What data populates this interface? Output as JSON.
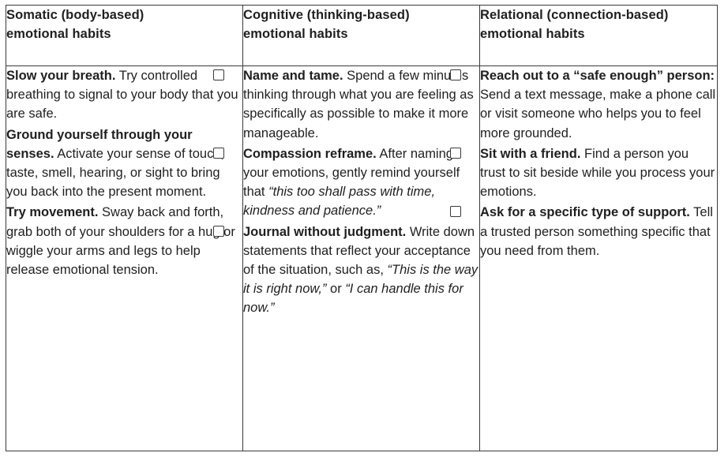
{
  "columns": [
    {
      "header": [
        "Somatic (body-based)",
        "emotional habits"
      ],
      "items": [
        {
          "title": "Slow your breath.",
          "parts": [
            {
              "text": " Try controlled breathing to signal to your body that you are safe.",
              "style": "normal"
            }
          ]
        },
        {
          "title": "Ground yourself through your senses.",
          "parts": [
            {
              "text": " Activate your sense of touch, taste, smell, hearing, or sight to bring you back into the present moment.",
              "style": "normal"
            }
          ]
        },
        {
          "title": "Try movement.",
          "parts": [
            {
              "text": " Sway back and forth, grab both of your shoulders for a hug or wiggle your arms and legs to help release emotional tension.",
              "style": "normal"
            }
          ]
        }
      ]
    },
    {
      "header": [
        "Cognitive (thinking-based)",
        "emotional habits"
      ],
      "items": [
        {
          "title": "Name and tame.",
          "parts": [
            {
              "text": " Spend a few minutes thinking through what you are feeling as specifically as possible to make it more manageable.",
              "style": "normal"
            }
          ]
        },
        {
          "title": "Compassion reframe.",
          "parts": [
            {
              "text": " After naming your emotions, gently remind yourself that ",
              "style": "normal"
            },
            {
              "text": "“this too shall pass with time, kindness and patience.”",
              "style": "italic"
            }
          ]
        },
        {
          "title": "Journal without judgment.",
          "parts": [
            {
              "text": " Write down statements that reflect your acceptance of the situation, such as, ",
              "style": "normal"
            },
            {
              "text": "“This is the way it is right now,”",
              "style": "italic"
            },
            {
              "text": " or ",
              "style": "normal"
            },
            {
              "text": "“I can handle this for now.”",
              "style": "italic"
            }
          ]
        }
      ]
    },
    {
      "header": [
        "Relational (connection-based)",
        "emotional habits"
      ],
      "items": [
        {
          "title": "Reach out to a “safe enough” person:",
          "parts": [
            {
              "text": " Send a text message, make a phone call or visit someone who helps you to feel more grounded.",
              "style": "normal"
            }
          ]
        },
        {
          "title": "Sit with a friend.",
          "parts": [
            {
              "text": " Find a person you trust to sit beside while you process your emotions.",
              "style": "normal"
            }
          ]
        },
        {
          "title": "Ask for a specific type of support.",
          "parts": [
            {
              "text": " Tell a trusted person something specific that you need from them.",
              "style": "normal"
            }
          ]
        }
      ]
    }
  ]
}
